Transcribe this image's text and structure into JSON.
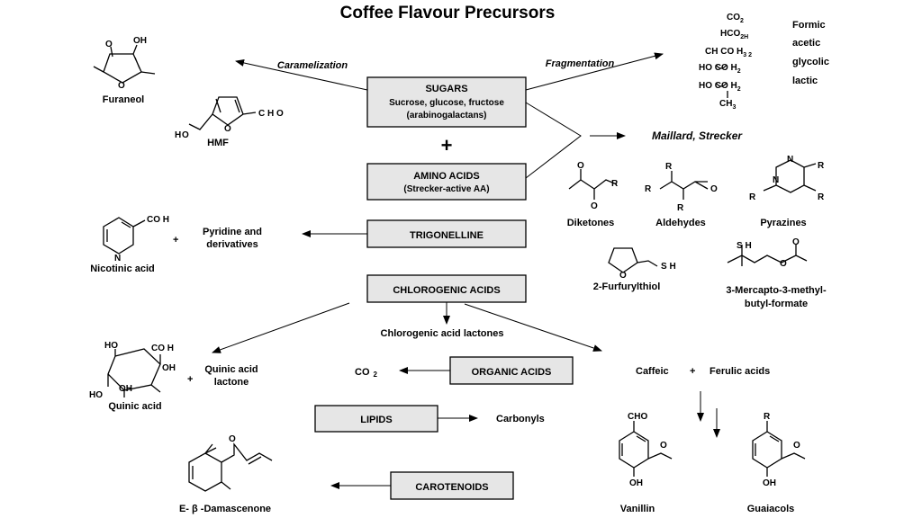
{
  "title": "Coffee Flavour Precursors",
  "boxes": {
    "sugars": [
      "SUGARS",
      "Sucrose, glucose, fructose",
      "(arabinogalactans)"
    ],
    "amino": [
      "AMINO ACIDS",
      "(Strecker-active AA)"
    ],
    "trigonelline": "TRIGONELLINE",
    "chlorogenic": "CHLOROGENIC ACIDS",
    "organic": "ORGANIC ACIDS",
    "lipids": "LIPIDS",
    "carotenoids": "CAROTENOIDS"
  },
  "plus_big": "+",
  "processes": {
    "caramelization": "Caramelization",
    "fragmentation": "Fragmentation",
    "maillard": "Maillard, Strecker"
  },
  "fragments": {
    "formulas": [
      "CO",
      "HCO",
      "CH CO H",
      "HO   CO H",
      "HO   CO H",
      "CH"
    ],
    "subs": [
      "2",
      "2H",
      "3 2",
      "2",
      "2",
      "3"
    ],
    "names": [
      "Formic",
      "acetic",
      "glycolic",
      "lactic"
    ]
  },
  "compounds": {
    "furaneol": "Furaneol",
    "hmf": "HMF",
    "nicotinic": "Nicotinic acid",
    "pyridine": [
      "Pyridine and",
      "derivatives"
    ],
    "diketones": "Diketones",
    "aldehydes": "Aldehydes",
    "pyrazines": "Pyrazines",
    "furfurylthiol": "2-Furfurylthiol",
    "mercapto": [
      "3-Mercapto-3-methyl-",
      "butyl-formate"
    ],
    "cga_lactones": "Chlorogenic acid lactones",
    "quinic": "Quinic acid",
    "quinic_lactone": [
      "Quinic acid",
      "lactone"
    ],
    "co2": "CO",
    "co2_sub": "2",
    "caffeic": "Caffeic",
    "ferulic": "Ferulic acids",
    "carbonyls": "Carbonyls",
    "vanillin": "Vanillin",
    "guaiacols": "Guaiacols",
    "damascenone": "E- β -Damascenone"
  },
  "small_plus": "+",
  "atoms": {
    "O": "O",
    "OH": "OH",
    "HO": "HO",
    "CHO": "C H O",
    "H": "H",
    "N": "N",
    "S": "S",
    "SH": "S H",
    "R": "R",
    "R1": "R",
    "R2": "R",
    "R3": "R",
    "CO2H": "CO H",
    "cho_vanillin": "CHO"
  }
}
